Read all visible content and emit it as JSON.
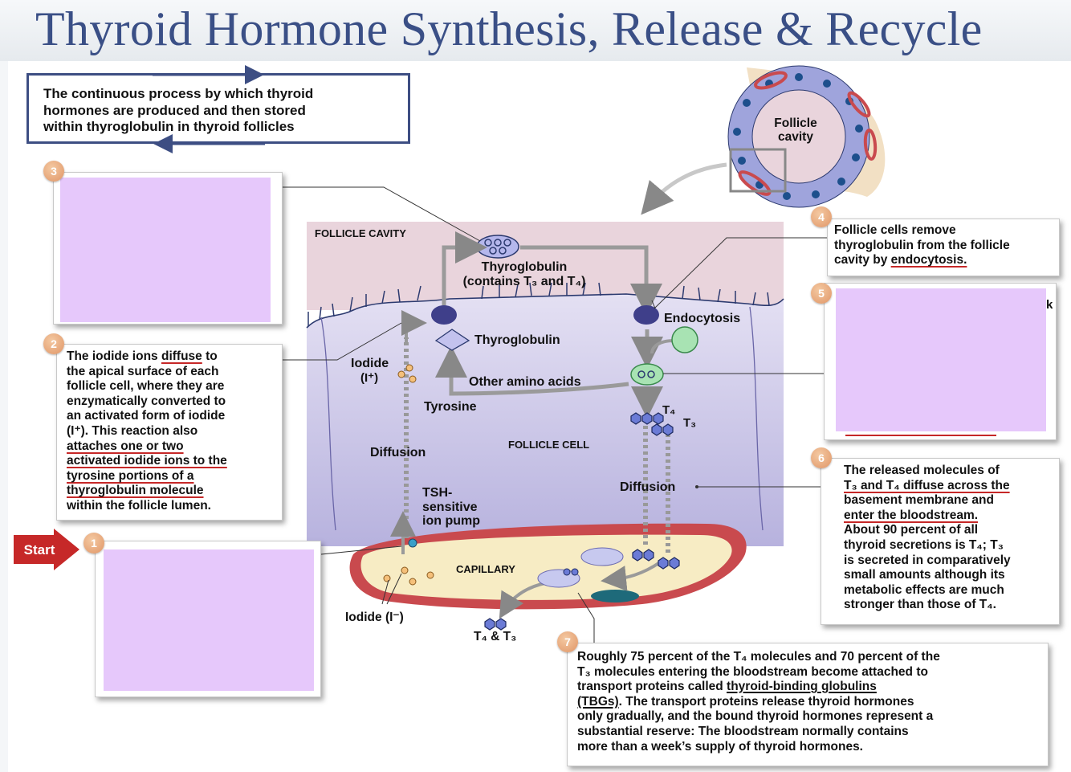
{
  "title": "Thyroid Hormone Synthesis, Release & Recycle",
  "intro": [
    "The continuous process by which thyroid",
    "hormones are produced and then stored",
    "within thyroglobulin in thyroid follicles"
  ],
  "start_label": "Start",
  "steps": {
    "s1": {
      "num": "1"
    },
    "s2": {
      "num": "2",
      "lines": [
        "The iodide ions diffuse to",
        "the apical surface of each",
        "follicle cell, where they are",
        "enzymatically converted to",
        "an activated form of iodide",
        "(I⁺). This reaction also",
        "attaches one or two",
        "activated iodide ions to the",
        "tyrosine portions of a",
        "thyroglobulin molecule",
        "within the follicle lumen."
      ]
    },
    "s3": {
      "num": "3"
    },
    "s4": {
      "num": "4",
      "lines": [
        "Follicle cells remove",
        "thyroglobulin from the follicle",
        "cavity by endocytosis."
      ]
    },
    "s5": {
      "num": "5",
      "fragment": "k"
    },
    "s6": {
      "num": "6",
      "lines": [
        "The released molecules of",
        "T₃ and T₄ diffuse across the",
        "basement membrane and",
        "enter the bloodstream.",
        "About 90 percent of all",
        "thyroid secretions is T₄; T₃",
        "is secreted in comparatively",
        "small amounts although its",
        "metabolic effects are much",
        "stronger than those of T₄."
      ]
    },
    "s7": {
      "num": "7",
      "lines": [
        "Roughly 75 percent of the T₄ molecules and 70 percent of the",
        "T₃ molecules entering the bloodstream become attached to",
        "transport proteins called thyroid-binding globulins",
        "(TBGs). The transport proteins release thyroid hormones",
        "only gradually, and the bound thyroid hormones represent a",
        "substantial reserve: The bloodstream normally contains",
        "more than a week’s supply of thyroid hormones."
      ]
    }
  },
  "diagram": {
    "follicle_cavity": "FOLLICLE CAVITY",
    "thyroglobulin_top_1": "Thyroglobulin",
    "thyroglobulin_top_2": "(contains T₃ and T₄)",
    "endocytosis": "Endocytosis",
    "thyroglobulin_cell": "Thyroglobulin",
    "iodide_plus_1": "Iodide",
    "iodide_plus_2": "(I⁺)",
    "other_amino_acids": "Other amino acids",
    "tyrosine": "Tyrosine",
    "t4": "T₄",
    "t3": "T₃",
    "diffusion_left": "Diffusion",
    "follicle_cell": "FOLLICLE CELL",
    "diffusion_right": "Diffusion",
    "tsh_1": "TSH-",
    "tsh_2": "sensitive",
    "tsh_3": "ion pump",
    "capillary": "CAPILLARY",
    "iodide_minus": "Iodide (I⁻)",
    "t4_t3": "T₄ & T₃",
    "follicle_cavity_inset_1": "Follicle",
    "follicle_cavity_inset_2": "cavity"
  },
  "colors": {
    "title": "#3a4f86",
    "highlight": "#e6c8fb",
    "underline": "#c62828",
    "start_arrow": "#c62828",
    "cell": "#cfcbe8",
    "cavity": "#e8d3da",
    "capillary_wall": "#c94a4e",
    "plasma": "#f7ecc4",
    "badge": "#e09566"
  }
}
